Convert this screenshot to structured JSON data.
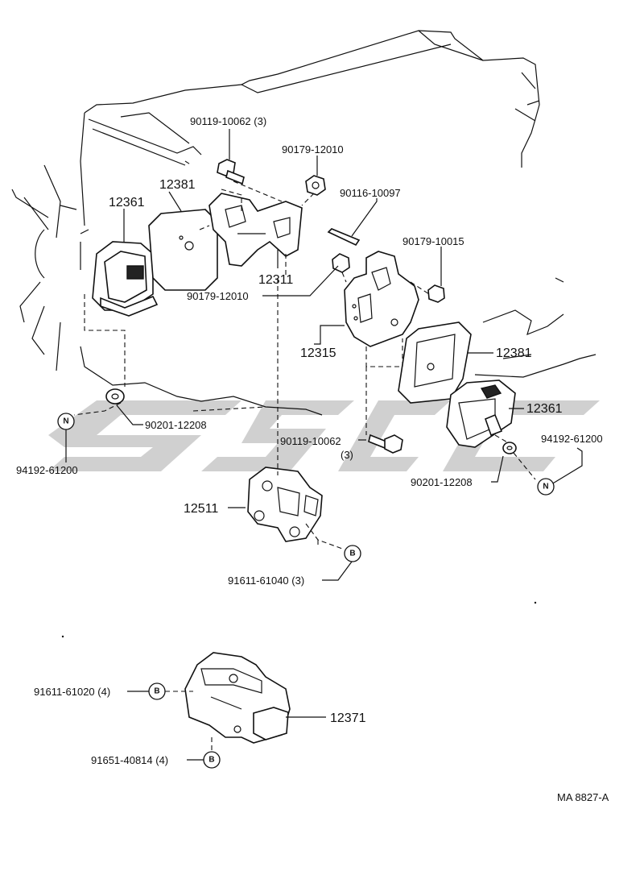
{
  "labels": {
    "p_90119_10062_top": "90119-10062 (3)",
    "p_90179_12010_top": "90179-12010",
    "p_12381_left": "12381",
    "p_12361_left": "12361",
    "p_90116_10097": "90116-10097",
    "p_90179_10015": "90179-10015",
    "p_12311": "12311",
    "p_90179_12010_mid": "90179-12010",
    "p_12315": "12315",
    "p_12381_right": "12381",
    "p_12361_right": "12361",
    "p_90201_12208_left": "90201-12208",
    "p_94192_61200_left": "94192-61200",
    "p_90119_10062_mid": "90119-10062",
    "p_90119_10062_mid_qty": "(3)",
    "p_94192_61200_right": "94192-61200",
    "p_90201_12208_right": "90201-12208",
    "p_12511": "12511",
    "p_91611_61040": "91611-61040 (3)",
    "p_91611_61020": "91611-61020 (4)",
    "p_12371": "12371",
    "p_91651_40814": "91651-40814 (4)",
    "ref_code": "MA 8827-A"
  },
  "symbols": {
    "n": "N",
    "b": "B"
  }
}
